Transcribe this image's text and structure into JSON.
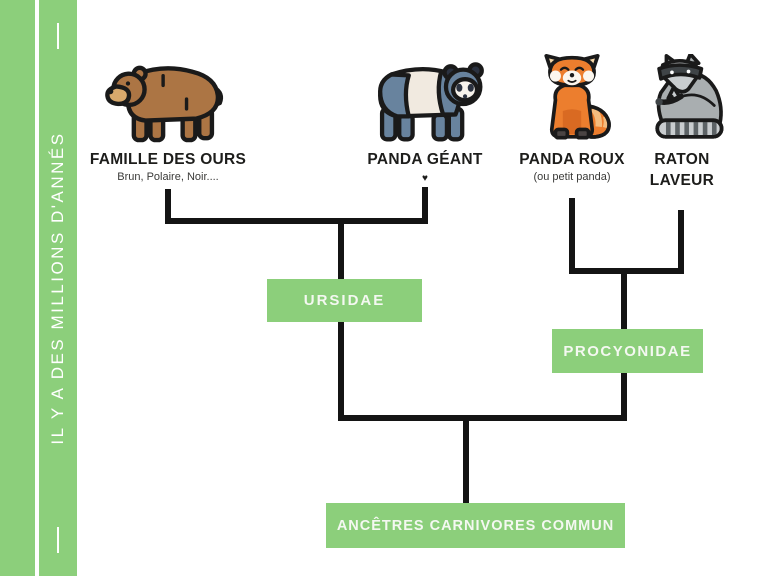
{
  "sidebar": {
    "label": "IL Y A DES MILLIONS D'ANNÉS"
  },
  "taxa": {
    "ours": {
      "name": "FAMILLE DES OURS",
      "subtitle": "Brun, Polaire, Noir....",
      "icon": "bear-icon"
    },
    "panda_geant": {
      "name": "PANDA GÉANT",
      "subtitle": "♥",
      "icon": "giant-panda-icon"
    },
    "panda_roux": {
      "name": "PANDA ROUX",
      "subtitle": "(ou petit panda)",
      "icon": "red-panda-icon"
    },
    "raton_laveur": {
      "name": "RATON LAVEUR",
      "line1": "RATON",
      "line2": "LAVEUR",
      "icon": "raccoon-icon"
    }
  },
  "clades": {
    "ursidae": "URSIDAE",
    "procyonidae": "PROCYONIDAE",
    "root": "ANCÊTRES CARNIVORES COMMUN"
  },
  "tree": {
    "type": "phylogenetic-tree",
    "edges": [
      {
        "from": "ANCÊTRES CARNIVORES COMMUN",
        "to": "URSIDAE"
      },
      {
        "from": "ANCÊTRES CARNIVORES COMMUN",
        "to": "PROCYONIDAE"
      },
      {
        "from": "URSIDAE",
        "to": "FAMILLE DES OURS"
      },
      {
        "from": "URSIDAE",
        "to": "PANDA GÉANT"
      },
      {
        "from": "PROCYONIDAE",
        "to": "PANDA ROUX"
      },
      {
        "from": "PROCYONIDAE",
        "to": "RATON LAVEUR"
      }
    ]
  },
  "colors": {
    "green": "#8CCF7B",
    "line": "#141414",
    "background": "#FFFFFF"
  }
}
